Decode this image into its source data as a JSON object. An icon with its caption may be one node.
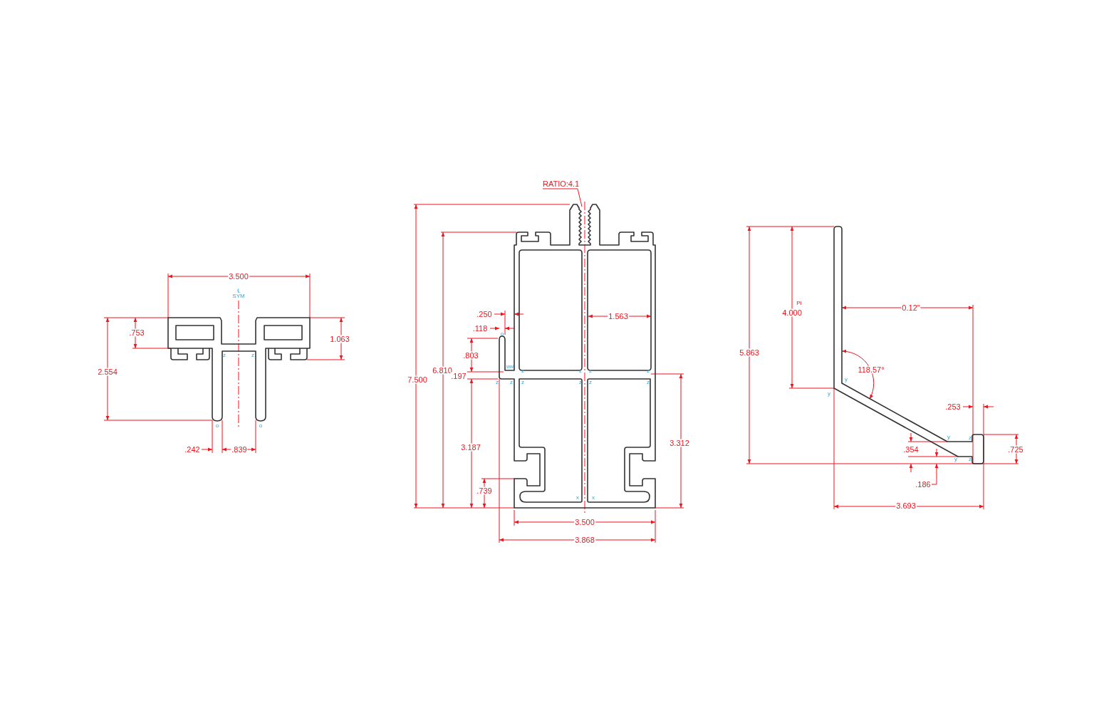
{
  "diagram": {
    "nodes": [
      {
        "text": [
          "RATIO:4.1"
        ]
      },
      {
        "text": [],
        "shape": "picture"
      }
    ],
    "edges": [
      {
        "from": 0,
        "to": 1,
        "arrow": "none"
      }
    ],
    "labels": [
      "3.500",
      "℄",
      "SYM",
      ".753",
      "1.063",
      "2.554",
      "z",
      "z",
      "o",
      "o",
      ".242",
      ".839",
      ".250",
      "1.563",
      ".118",
      "o",
      ".803",
      "ww",
      "z",
      "z",
      "z",
      "z",
      "6.810",
      "7.500",
      ".197",
      "z",
      "z",
      "z",
      "z",
      "z",
      "z",
      "3.187",
      "3.312",
      ".739",
      "x",
      "x",
      "3.500",
      "3.868",
      "PI",
      "4.000",
      "0.12\"",
      "5.863",
      "118.57°",
      "y",
      "y",
      ".253",
      "y",
      "z",
      ".354",
      ".725",
      "y",
      "z",
      ".186",
      "3.693"
    ]
  }
}
